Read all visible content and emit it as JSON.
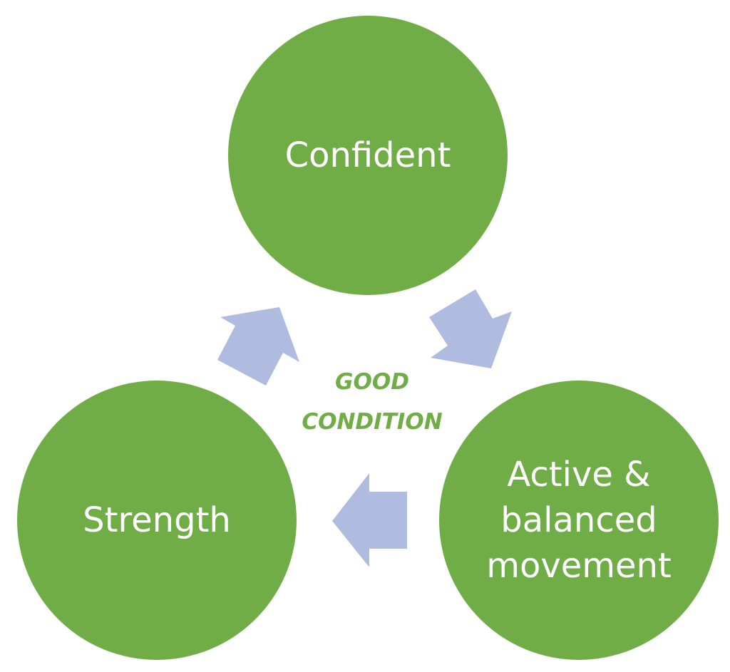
{
  "diagram": {
    "center_label_line1": "GOOD",
    "center_label_line2": "CONDITION",
    "nodes": [
      {
        "id": "top",
        "label": "Confident"
      },
      {
        "id": "right",
        "label": "Active &\nbalanced\nmovement"
      },
      {
        "id": "left",
        "label": "Strength"
      }
    ],
    "cycle_direction": "clockwise",
    "arrow_icon": "block-arrow-icon"
  },
  "colors": {
    "node_fill": "#70AD47",
    "node_text": "#FFFFFF",
    "arrow_fill": "#B0BCDF",
    "center_text": "#70AD47",
    "background": "#FFFFFF"
  }
}
